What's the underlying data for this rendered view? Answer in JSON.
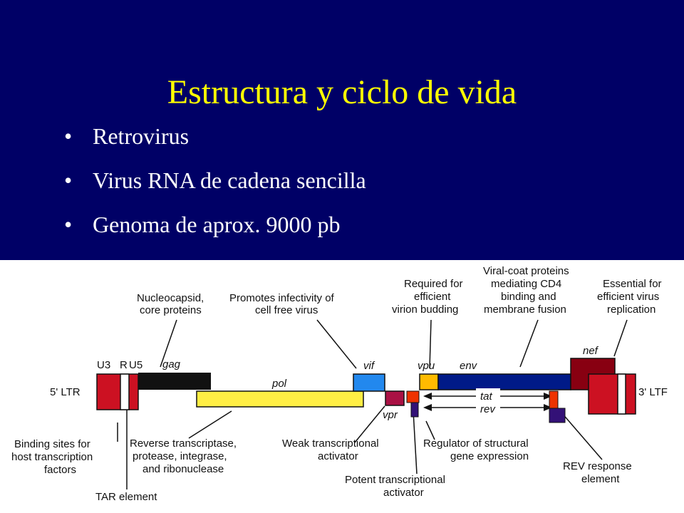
{
  "slide": {
    "title": "Estructura y ciclo de vida",
    "bullets": [
      "Retrovirus",
      "Virus RNA de cadena sencilla",
      "Genoma de aprox. 9000 pb"
    ]
  },
  "diagram": {
    "ltr_left": "5' LTR",
    "ltr_right": "3' LTF",
    "ltr_regions": [
      "U3",
      "R",
      "U5"
    ],
    "genes": {
      "gag": "gag",
      "pol": "pol",
      "vif": "vif",
      "vpr": "vpr",
      "vpu": "vpu",
      "env": "env",
      "nef": "nef",
      "tat": "tat",
      "rev": "rev"
    },
    "annotations": {
      "nucleocapsid": [
        "Nucleocapsid,",
        "core proteins"
      ],
      "promotes": [
        "Promotes infectivity of",
        "cell free virus"
      ],
      "required": [
        "Required for",
        "efficient",
        "virion budding"
      ],
      "viral_coat": [
        "Viral-coat proteins",
        "mediating CD4",
        "binding and",
        "membrane fusion"
      ],
      "essential": [
        "Essential for",
        "efficient virus",
        "replication"
      ],
      "binding_sites": [
        "Binding sites for",
        "host transcription",
        "factors"
      ],
      "reverse_transcriptase": [
        "Reverse transcriptase,",
        "protease, integrase,",
        "and ribonuclease"
      ],
      "weak_activator": [
        "Weak transcriptional",
        "activator"
      ],
      "regulator": [
        "Regulator of structural",
        "gene expression"
      ],
      "rev_response": [
        "REV response",
        "element"
      ],
      "potent_activator": [
        "Potent transcriptional",
        "activator"
      ],
      "tar_element": "TAR element"
    },
    "colors": {
      "ltr": "#cc1122",
      "gag": "#111111",
      "pol": "#ffee44",
      "vif": "#2288ee",
      "vpr": "#aa1144",
      "vpu": "#ffbb00",
      "env": "#001a88",
      "nef": "#880011",
      "tat": "#ee3300",
      "rev": "#331177"
    }
  }
}
